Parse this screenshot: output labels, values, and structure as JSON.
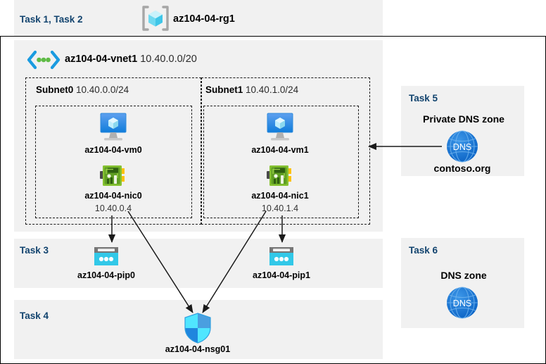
{
  "header": {
    "task_label": "Task 1, Task 2",
    "rg_icon": "resource-group-icon",
    "rg_name": "az104-04-rg1"
  },
  "vnet": {
    "icon": "virtual-network-icon",
    "name": "az104-04-vnet1",
    "cidr": "10.40.0.0/20"
  },
  "subnets": [
    {
      "name": "Subnet0",
      "cidr": "10.40.0.0/24",
      "vm": {
        "icon": "virtual-machine-icon",
        "label": "az104-04-vm0"
      },
      "nic": {
        "icon": "network-interface-icon",
        "label": "az104-04-nic0",
        "ip": "10.40.0.4"
      }
    },
    {
      "name": "Subnet1",
      "cidr": "10.40.1.0/24",
      "vm": {
        "icon": "virtual-machine-icon",
        "label": "az104-04-vm1"
      },
      "nic": {
        "icon": "network-interface-icon",
        "label": "az104-04-nic1",
        "ip": "10.40.1.4"
      }
    }
  ],
  "task3": {
    "task_label": "Task 3",
    "pips": [
      {
        "icon": "public-ip-address-icon",
        "label": "az104-04-pip0"
      },
      {
        "icon": "public-ip-address-icon",
        "label": "az104-04-pip1"
      }
    ]
  },
  "task4": {
    "task_label": "Task 4",
    "nsg": {
      "icon": "network-security-group-icon",
      "label": "az104-04-nsg01"
    }
  },
  "task5": {
    "task_label": "Task 5",
    "zone_title": "Private DNS zone",
    "icon": "dns-zone-icon",
    "icon_text": "DNS",
    "zone_name": "contoso.org"
  },
  "task6": {
    "task_label": "Task 6",
    "zone_title": "DNS zone",
    "icon": "dns-zone-icon",
    "icon_text": "DNS"
  },
  "colors": {
    "task_text": "#11436e",
    "panel_bg": "#f1f1f1",
    "azure_blue": "#0078d4",
    "cyan": "#32c8e8",
    "nic_green": "#6bb637",
    "border": "#1a1a1a"
  }
}
